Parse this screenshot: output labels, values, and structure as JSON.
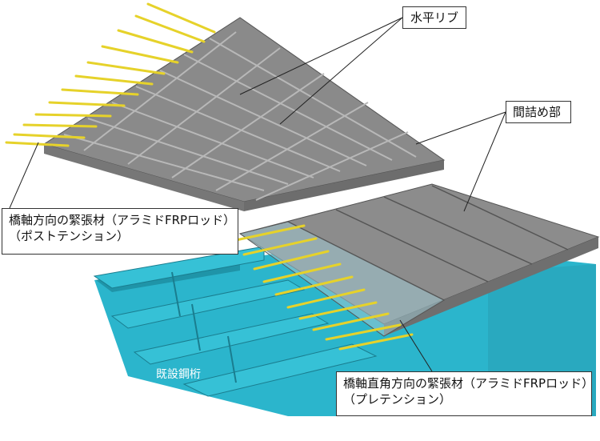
{
  "labels": {
    "horizontal_rib": "水平リブ",
    "joint_filling": "間詰め部",
    "longitudinal_tendon_line1": "橋軸方向の緊張材（アラミドFRPロッド）",
    "longitudinal_tendon_line2": "（ポストテンション）",
    "transverse_tendon_line1": "橋軸直角方向の緊張材（アラミドFRPロッド）",
    "transverse_tendon_line2": "（プレテンション）",
    "existing_girder": "既設鋼桁"
  },
  "colors": {
    "panel_top": "#8c8c8c",
    "panel_rib": "#9a9a9a",
    "rod": "#e6d22a",
    "girder": "#2bb5cc",
    "girder_dark": "#1f94a8",
    "leader": "#222222"
  }
}
